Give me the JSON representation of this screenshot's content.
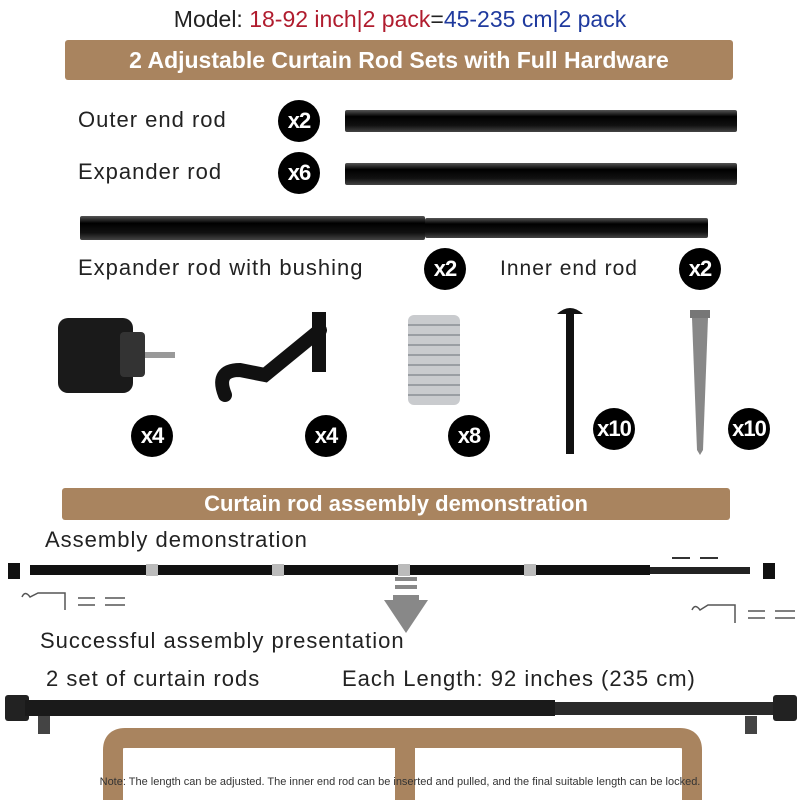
{
  "model": {
    "label": "Model:",
    "inch": "18-92 inch|2 pack",
    "eq": "=",
    "cm": "45-235 cm|2 pack",
    "inch_color": "#b01c2e",
    "cm_color": "#1f3a9e"
  },
  "banner1": "2 Adjustable Curtain Rod Sets  with Full Hardware",
  "parts": {
    "outer": {
      "label": "Outer end rod",
      "qty": "x2"
    },
    "expander": {
      "label": "Expander rod",
      "qty": "x6"
    },
    "bushing": {
      "label": "Expander rod with bushing",
      "qty": "x2"
    },
    "inner": {
      "label": "Inner end rod",
      "qty": "x2"
    },
    "finial_qty": "x4",
    "bracket_qty": "x4",
    "spring_qty": "x8",
    "screw_qty": "x10",
    "anchor_qty": "x10"
  },
  "banner2": "Curtain rod assembly demonstration",
  "assembly": {
    "title": "Assembly demonstration",
    "success": "Successful assembly presentation",
    "sets": "2 set of curtain rods",
    "length": "Each Length: 92 inches  (235 cm)"
  },
  "note": "Note: The length can be adjusted. The inner end rod can be inserted and pulled, and the final suitable length can be locked.",
  "brand_color": "#a9845f"
}
